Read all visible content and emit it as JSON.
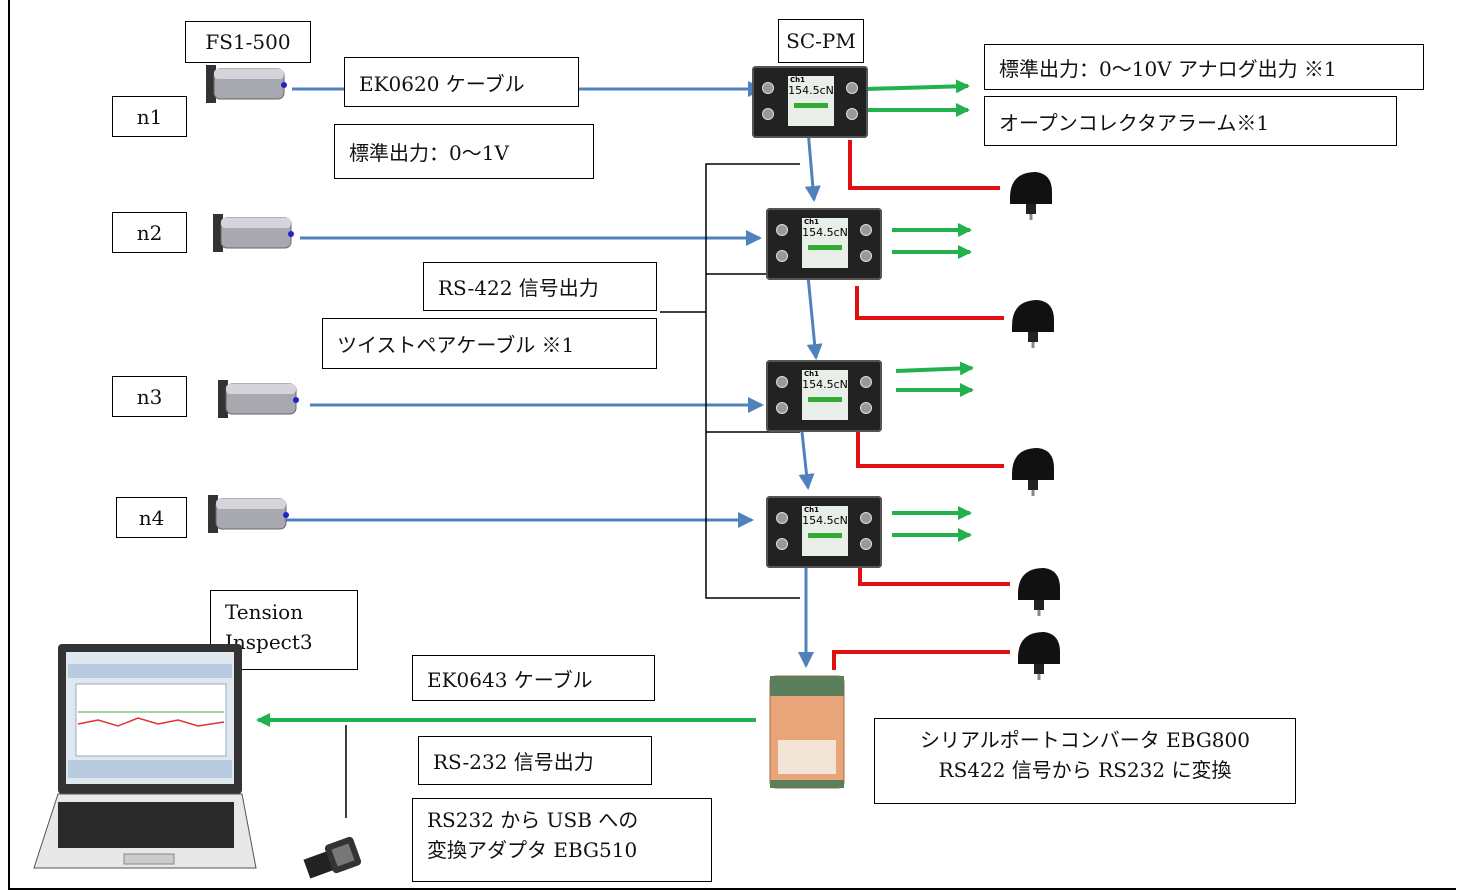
{
  "labels": {
    "sensor_model": "FS1-500",
    "controller_model": "SC-PM",
    "cable_ek0620": "EK0620 ケーブル",
    "standard_output_1v": "標準出力：0～1V",
    "standard_output_10v": "標準出力：0～10V アナログ出力 ※1",
    "open_collector_alarm": "オープンコレクタアラーム※1",
    "rs422_output": "RS-422 信号出力",
    "twisted_pair": "ツイストペアケーブル ※1",
    "software_line1": "Tension",
    "software_line2": "Inspect3",
    "cable_ek0643": "EK0643 ケーブル",
    "rs232_output": "RS-232 信号出力",
    "adapter_line1": "RS232 から USB への",
    "adapter_line2": "変換アダプタ EBG510",
    "converter_line1": "シリアルポートコンバータ EBG800",
    "converter_line2": "RS422 信号から RS232 に変換"
  },
  "nodes": [
    "n1",
    "n2",
    "n3",
    "n4"
  ],
  "display_value": "154.5",
  "display_unit": "cN",
  "colors": {
    "signal": "#4f81bd",
    "output": "#22b14c",
    "power": "#e01010"
  },
  "icons": [
    "sensor-icon",
    "controller-icon",
    "power-adapter-icon",
    "serial-converter-icon",
    "usb-adapter-icon",
    "laptop-icon"
  ]
}
